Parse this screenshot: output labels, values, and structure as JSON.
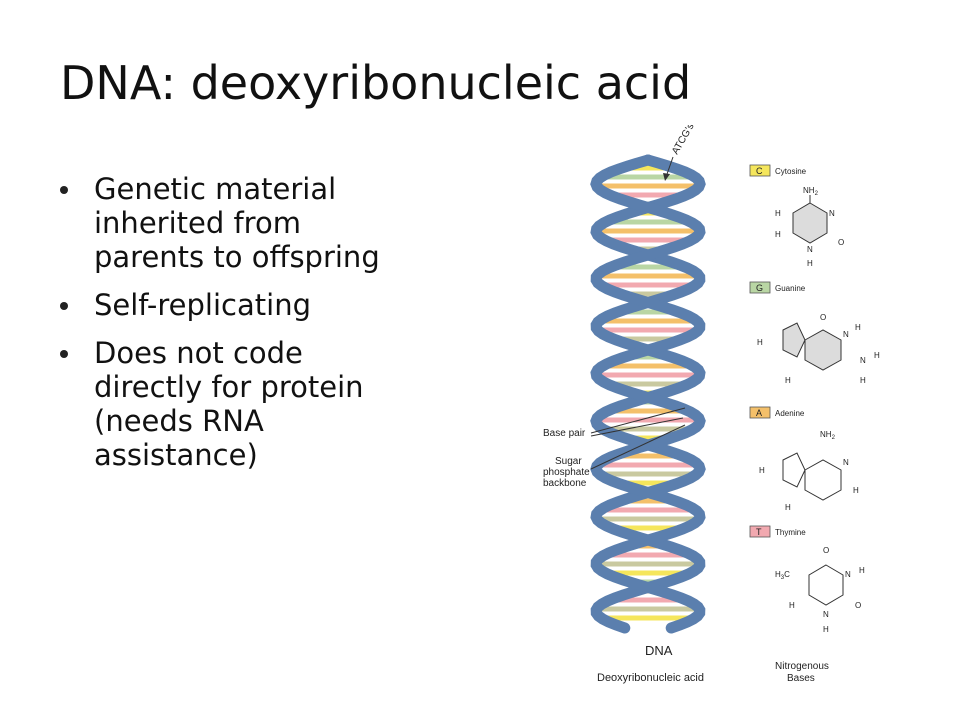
{
  "slide": {
    "title": "DNA: deoxyribonucleic acid",
    "bullets": [
      "Genetic material inherited from parents to offspring",
      "Self-replicating",
      "Does not code directly for protein (needs RNA assistance)"
    ]
  },
  "figure": {
    "helix_pointer_label": "ATCG's",
    "base_pair_label": "Base pair",
    "backbone_label_lines": [
      "Sugar",
      "phosphate",
      "backbone"
    ],
    "dna_label": "DNA",
    "dna_full_name": "Deoxyribonucleic acid",
    "bases_caption_lines": [
      "Nitrogenous",
      "Bases"
    ],
    "backbone_color": "#5b7fae",
    "bases": [
      {
        "letter": "C",
        "name": "Cytosine",
        "color": "#f5e65c"
      },
      {
        "letter": "G",
        "name": "Guanine",
        "color": "#b9d6a4"
      },
      {
        "letter": "A",
        "name": "Adenine",
        "color": "#f4c06a"
      },
      {
        "letter": "T",
        "name": "Thymine",
        "color": "#f2a9b0"
      }
    ],
    "atoms": {
      "nh2": "NH",
      "sub2": "2",
      "h": "H",
      "n": "N",
      "c": "C",
      "o": "O",
      "h3c": "H",
      "sub3": "3",
      "h3c_c": "C"
    }
  }
}
